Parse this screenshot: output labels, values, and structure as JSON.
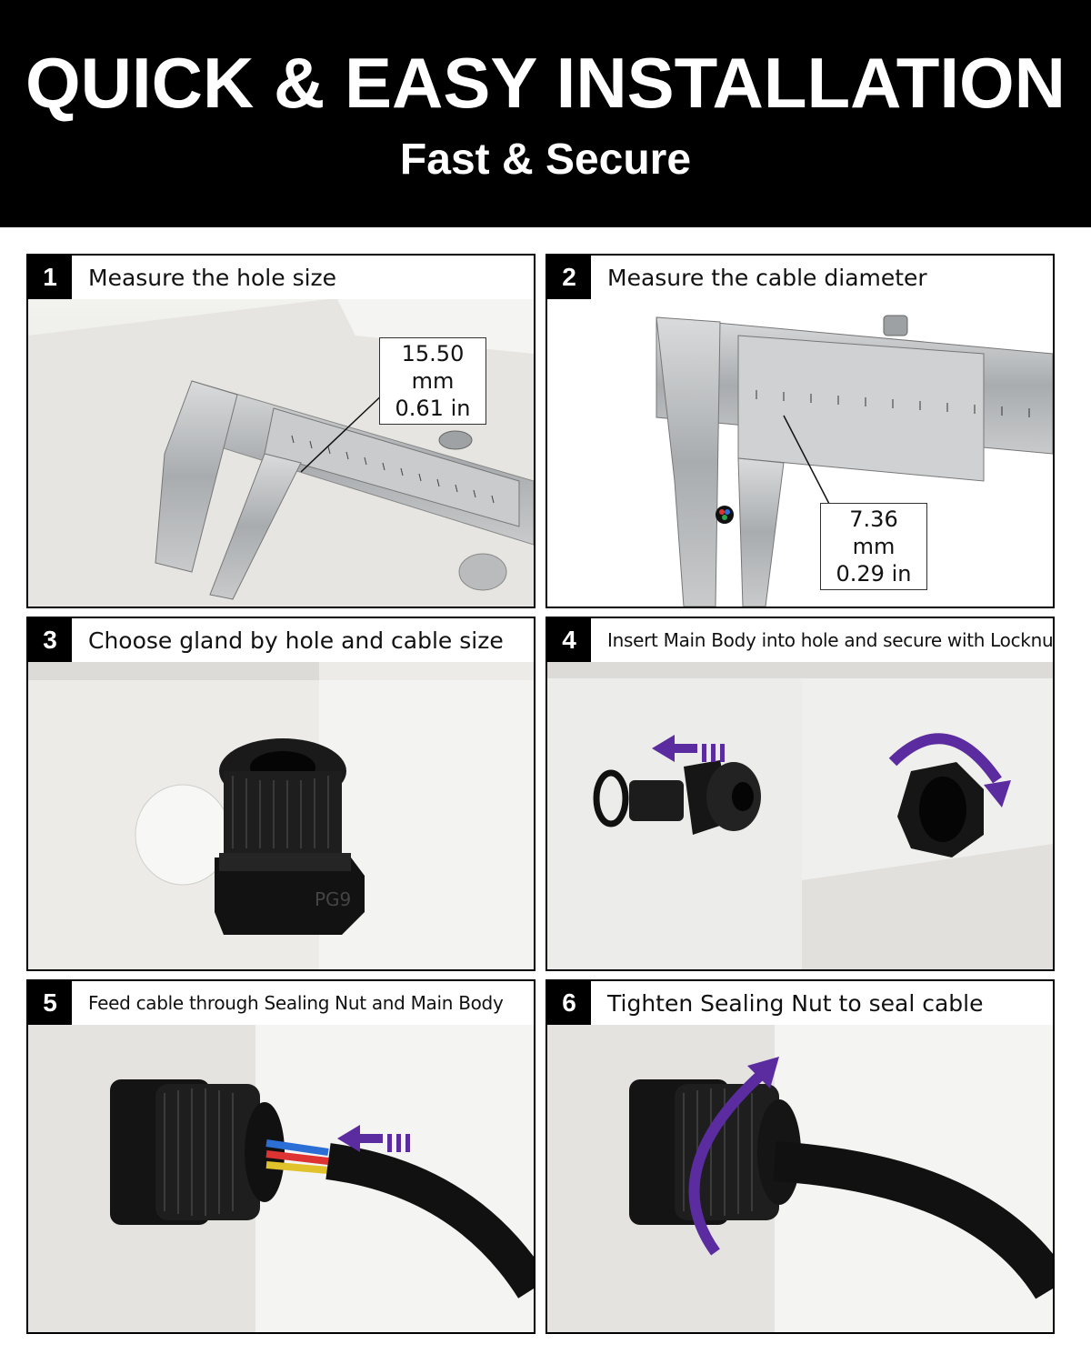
{
  "header": {
    "title": "QUICK & EASY INSTALLATION",
    "subtitle": "Fast & Secure"
  },
  "steps": [
    {
      "number": "1",
      "label": "Measure the hole size",
      "measure_mm": "15.50 mm",
      "measure_in": "0.61 in"
    },
    {
      "number": "2",
      "label": "Measure the cable diameter",
      "measure_mm": "7.36 mm",
      "measure_in": "0.29 in"
    },
    {
      "number": "3",
      "label": "Choose gland by hole and cable size",
      "gland_mark": "PG9"
    },
    {
      "number": "4",
      "label": "Insert Main Body into hole and secure with Locknut"
    },
    {
      "number": "5",
      "label": "Feed cable through Sealing Nut and Main Body"
    },
    {
      "number": "6",
      "label": "Tighten Sealing Nut to seal cable"
    }
  ],
  "colors": {
    "banner_bg": "#000000",
    "arrow_accent": "#5b2ca0",
    "panel_bg": "#e9e9e6"
  }
}
